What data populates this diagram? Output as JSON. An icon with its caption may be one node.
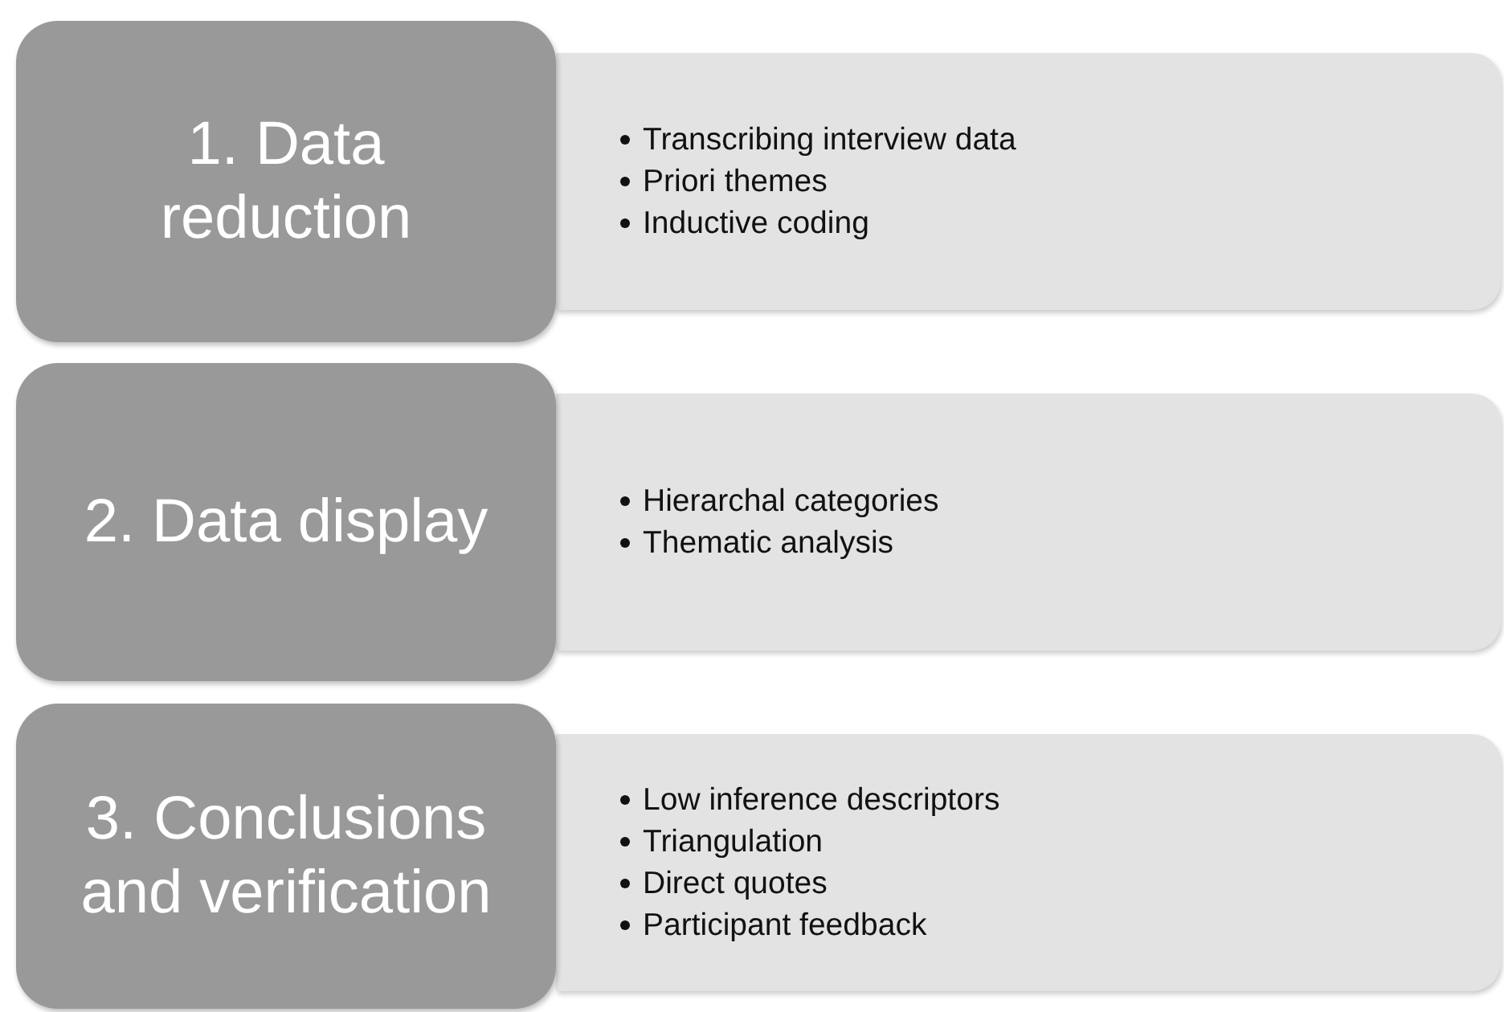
{
  "diagram": {
    "nodes": [
      {
        "text": [
          "1. Data reduction"
        ]
      },
      {
        "text": [
          "Transcribing interview data",
          "Priori themes",
          "Inductive coding"
        ]
      },
      {
        "text": [
          "2. Data display"
        ]
      },
      {
        "text": [
          "Hierarchal categories",
          "Thematic analysis"
        ]
      },
      {
        "text": [
          "3. Conclusions and verification"
        ]
      },
      {
        "text": [
          "Low inference descriptors",
          "Triangulation",
          "Direct quotes",
          "Participant feedback"
        ]
      }
    ]
  }
}
